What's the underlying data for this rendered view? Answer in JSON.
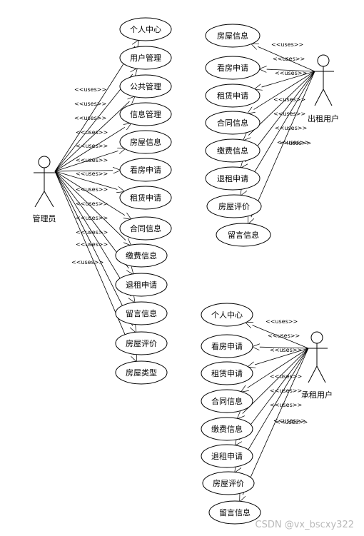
{
  "actors": {
    "admin": "管理员",
    "landlord": "出租用户",
    "tenant": "承租用户"
  },
  "stereotype": "<<uses>>",
  "admin_cases": [
    "个人中心",
    "用户管理",
    "公共管理",
    "信息管理",
    "房屋信息",
    "看房申请",
    "租赁申请",
    "合同信息",
    "缴费信息",
    "退租申请",
    "留言信息",
    "房屋评价",
    "房屋类型"
  ],
  "landlord_cases": [
    "房屋信息",
    "看房申请",
    "租赁申请",
    "合同信息",
    "缴费信息",
    "退租申请",
    "房屋评价",
    "留言信息"
  ],
  "tenant_cases": [
    "个人中心",
    "看房申请",
    "租赁申请",
    "合同信息",
    "缴费信息",
    "退租申请",
    "房屋评价",
    "留言信息"
  ],
  "watermark": "CSDN @vx_bscxy322"
}
